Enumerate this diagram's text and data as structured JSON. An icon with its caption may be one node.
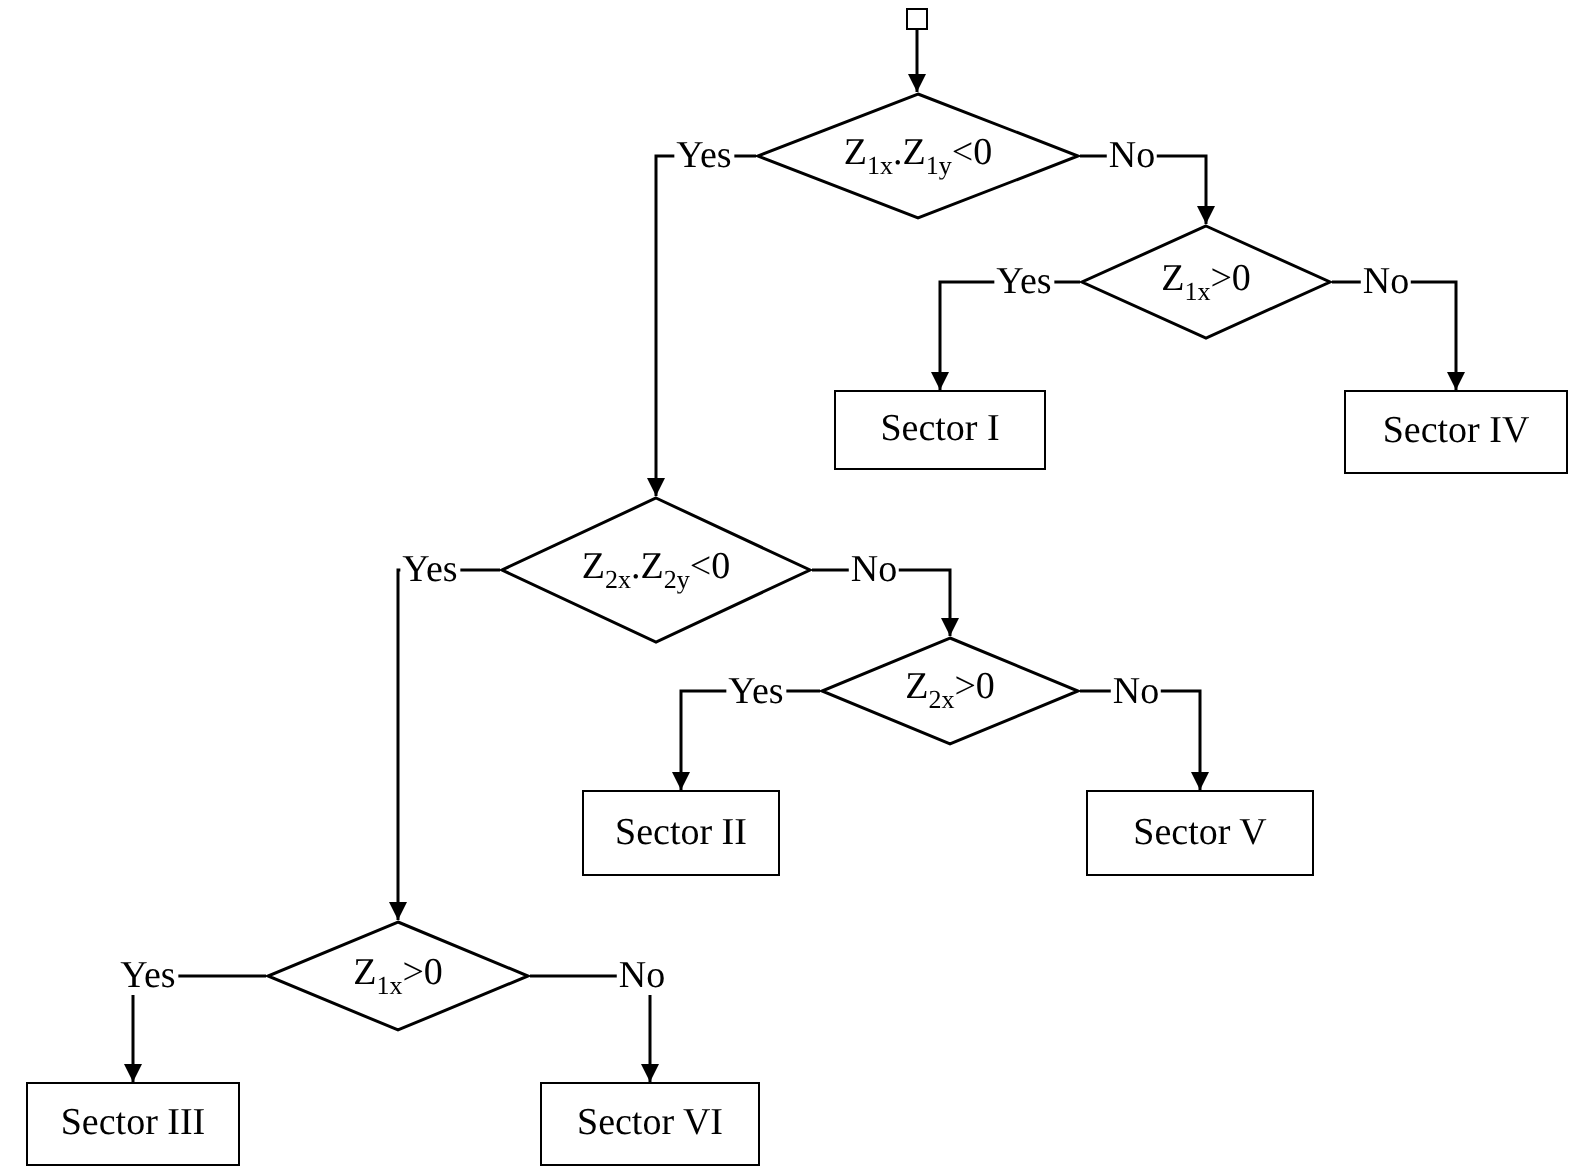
{
  "diagram": {
    "nodes": [
      {
        "text": [],
        "shape": "box"
      },
      {
        "text": [
          "Z$_{1x}$.Z$_{1y}$<0"
        ]
      },
      {
        "text": [
          "Z$_{1x}$>0"
        ]
      },
      {
        "text": [
          "Sector I"
        ]
      },
      {
        "text": [
          "Sector IV"
        ]
      },
      {
        "text": [
          "Z$_{2x}$.Z$_{2y}$<0"
        ]
      },
      {
        "text": [
          "Z$_{2x}$>0"
        ]
      },
      {
        "text": [
          "Sector II"
        ]
      },
      {
        "text": [
          "Sector V"
        ]
      },
      {
        "text": [
          "Z$_{1x}$>0"
        ]
      },
      {
        "text": [
          "Sector III"
        ]
      },
      {
        "text": [
          "Sector VI"
        ]
      }
    ],
    "edges": [
      {
        "from": 0,
        "to": 1,
        "arrow": "to"
      },
      {
        "from": 1,
        "to": 5,
        "label": "Yes",
        "arrow": "to"
      },
      {
        "from": 1,
        "to": 2,
        "label": "No",
        "arrow": "to"
      },
      {
        "from": 2,
        "to": 3,
        "label": "Yes",
        "arrow": "to"
      },
      {
        "from": 2,
        "to": 4,
        "label": "No",
        "arrow": "to"
      },
      {
        "from": 5,
        "to": 9,
        "label": "Yes",
        "arrow": "to"
      },
      {
        "from": 5,
        "to": 6,
        "label": "No",
        "arrow": "to"
      },
      {
        "from": 6,
        "to": 7,
        "label": "Yes",
        "arrow": "to"
      },
      {
        "from": 6,
        "to": 8,
        "label": "No",
        "arrow": "to"
      },
      {
        "from": 9,
        "to": 10,
        "label": "Yes",
        "arrow": "to"
      },
      {
        "from": 9,
        "to": 11,
        "label": "No",
        "arrow": "to"
      }
    ]
  }
}
